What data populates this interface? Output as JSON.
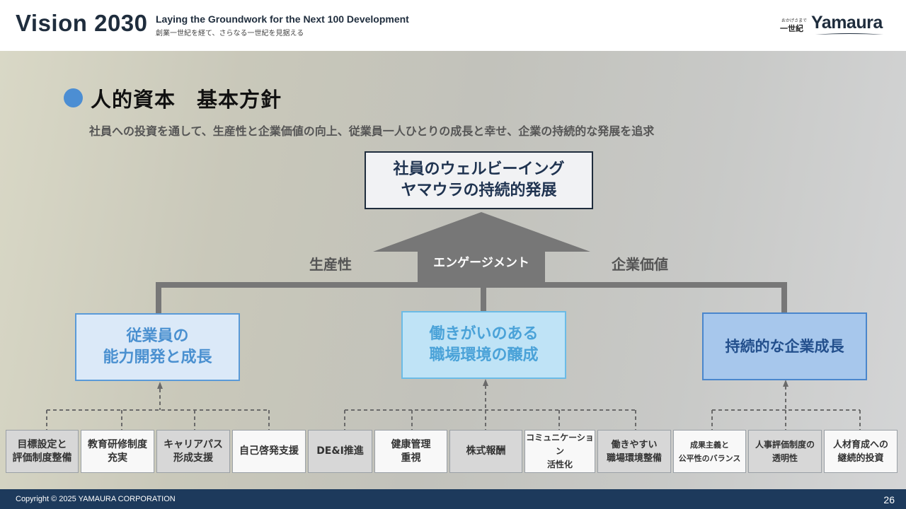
{
  "header": {
    "title": "Vision 2030",
    "subtitle_en": "Laying the Groundwork for the Next 100 Development",
    "subtitle_ja": "創業一世紀を経て、さらなる一世紀を見据える",
    "logo_tagline": "おかげさまで",
    "logo_mark": "一世紀",
    "logo_word": "Yamaura"
  },
  "section": {
    "title": "人的資本　基本方針",
    "description": "社員への投資を通して、生産性と企業価値の向上、従業員一人ひとりの成長と幸せ、企業の持続的な発展を追求"
  },
  "top_goal": {
    "line1": "社員のウェルビーイング",
    "line2": "ヤマウラの持続的発展"
  },
  "arrow": {
    "center_label": "エンゲージメント",
    "left_label": "生産性",
    "right_label": "企業価値"
  },
  "pillars": [
    {
      "line1": "従業員の",
      "line2": "能力開発と成長"
    },
    {
      "line1": "働きがいのある",
      "line2": "職場環境の醸成"
    },
    {
      "line1": "持続的な企業成長",
      "line2": ""
    }
  ],
  "items": [
    {
      "line1": "目標設定と",
      "line2": "評価制度整備"
    },
    {
      "line1": "教育研修制度",
      "line2": "充実"
    },
    {
      "line1": "キャリアパス",
      "line2": "形成支援"
    },
    {
      "line1": "自己啓発支援",
      "line2": ""
    },
    {
      "line1": "DE&I推進",
      "line2": ""
    },
    {
      "line1": "健康管理",
      "line2": "重視"
    },
    {
      "line1": "株式報酬",
      "line2": ""
    },
    {
      "line1": "コミュニケーション",
      "line2": "活性化"
    },
    {
      "line1": "働きやすい",
      "line2": "職場環境整備"
    },
    {
      "line1": "成果主義と",
      "line2": "公平性のバランス"
    },
    {
      "line1": "人事評価制度の",
      "line2": "透明性"
    },
    {
      "line1": "人材育成への",
      "line2": "継続的投資"
    }
  ],
  "footer": {
    "copyright": "Copyright © 2025 YAMAURA CORPORATION",
    "page_number": "26"
  },
  "colors": {
    "navy": "#1d3a5c",
    "accent_blue": "#4c8ed3",
    "arrow_gray": "#777777"
  }
}
